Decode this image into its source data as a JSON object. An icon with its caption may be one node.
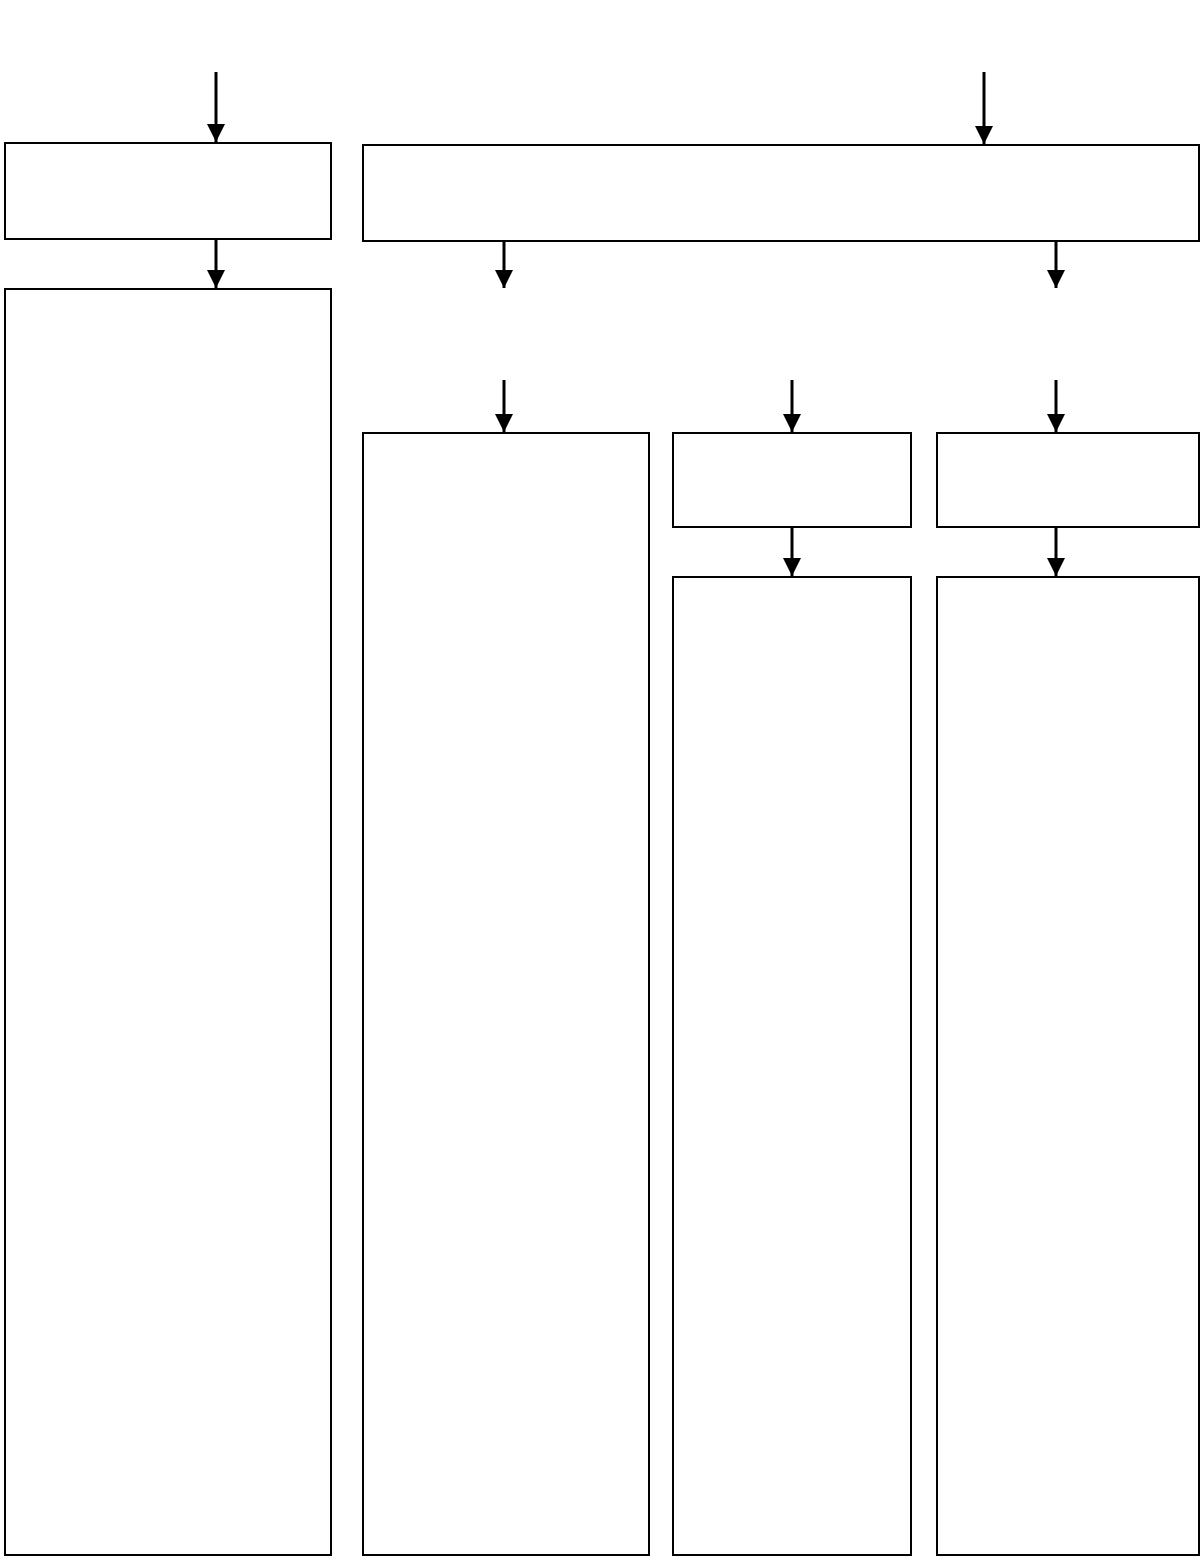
{
  "diagram": {
    "nodes": [
      {
        "text": [],
        "shape": "box"
      },
      {
        "text": [],
        "shape": "box"
      },
      {
        "text": [],
        "shape": "box"
      },
      {
        "text": [],
        "shape": "box"
      },
      {
        "text": [],
        "shape": "box"
      },
      {
        "text": [],
        "shape": "box"
      },
      {
        "text": [],
        "shape": "box"
      },
      {
        "text": [],
        "shape": "box"
      }
    ],
    "edges": [
      {
        "from": null,
        "to": 0,
        "arrow": "to"
      },
      {
        "from": null,
        "to": 1,
        "arrow": "to"
      },
      {
        "from": 0,
        "to": 2,
        "arrow": "to"
      },
      {
        "from": 1,
        "to": null,
        "arrow": "to"
      },
      {
        "from": 1,
        "to": null,
        "arrow": "to"
      },
      {
        "from": null,
        "to": 3,
        "arrow": "to"
      },
      {
        "from": null,
        "to": 4,
        "arrow": "to"
      },
      {
        "from": null,
        "to": 5,
        "arrow": "to"
      },
      {
        "from": 4,
        "to": 6,
        "arrow": "to"
      },
      {
        "from": 5,
        "to": 7,
        "arrow": "to"
      }
    ]
  }
}
